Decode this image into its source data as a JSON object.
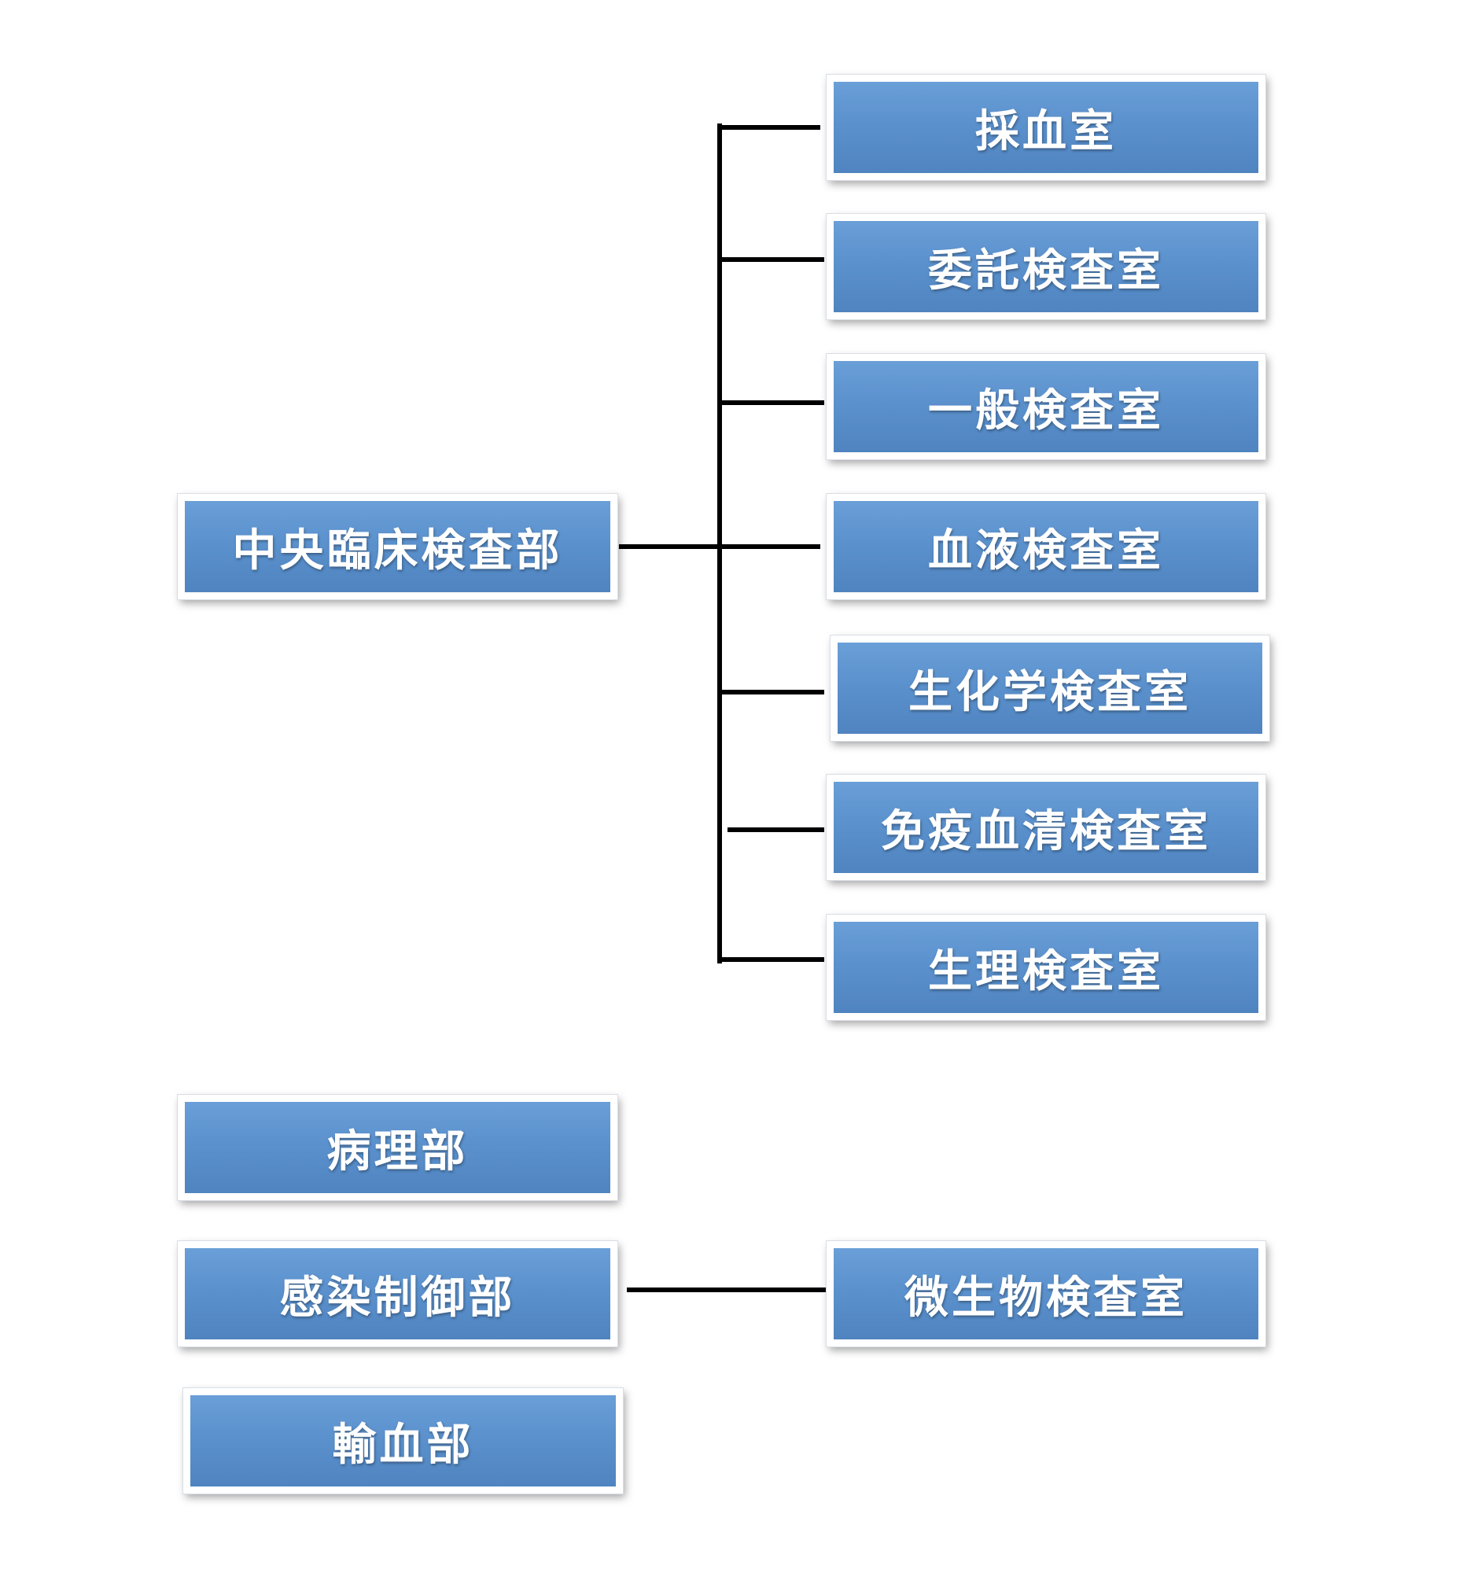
{
  "departments": [
    {
      "label": "中央臨床検査部"
    },
    {
      "label": "病理部"
    },
    {
      "label": "感染制御部"
    },
    {
      "label": "輸血部"
    }
  ],
  "central_lab_rooms": [
    {
      "label": "採血室"
    },
    {
      "label": "委託検査室"
    },
    {
      "label": "一般検査室"
    },
    {
      "label": "血液検査室"
    },
    {
      "label": "生化学検査室"
    },
    {
      "label": "免疫血清検査室"
    },
    {
      "label": "生理検査室"
    }
  ],
  "infection_control_rooms": [
    {
      "label": "微生物検査室"
    }
  ],
  "colors": {
    "box_fill": "#5b91cd",
    "box_text": "#ffffff",
    "connector": "#000000"
  }
}
